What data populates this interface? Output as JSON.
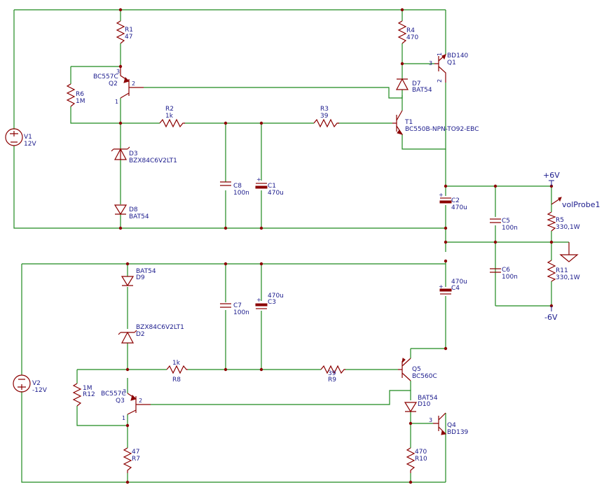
{
  "components": {
    "R1": {
      "ref": "R1",
      "value": "47"
    },
    "R2": {
      "ref": "R2",
      "value": "1k"
    },
    "R3": {
      "ref": "R3",
      "value": "39"
    },
    "R4": {
      "ref": "R4",
      "value": "470"
    },
    "R5": {
      "ref": "R5",
      "value": "330,1W"
    },
    "R6": {
      "ref": "R6",
      "value": "1M"
    },
    "R7": {
      "ref": "R7",
      "value": "47"
    },
    "R8": {
      "ref": "R8",
      "value": "1k"
    },
    "R9": {
      "ref": "R9",
      "value": "39"
    },
    "R10": {
      "ref": "R10",
      "value": "470"
    },
    "R11": {
      "ref": "R11",
      "value": "330,1W"
    },
    "R12": {
      "ref": "R12",
      "value": "1M"
    },
    "C1": {
      "ref": "C1",
      "value": "470u"
    },
    "C2": {
      "ref": "C2",
      "value": "470u"
    },
    "C3": {
      "ref": "C3",
      "value": "470u"
    },
    "C4": {
      "ref": "C4",
      "value": "470u"
    },
    "C5": {
      "ref": "C5",
      "value": "100n"
    },
    "C6": {
      "ref": "C6",
      "value": "100n"
    },
    "C7": {
      "ref": "C7",
      "value": "100n"
    },
    "C8": {
      "ref": "C8",
      "value": "100n"
    },
    "D3": {
      "ref": "D3",
      "value": "BZX84C6V2LT1"
    },
    "D2": {
      "ref": "D2",
      "value": "BZX84C6V2LT1"
    },
    "D7": {
      "ref": "D7",
      "value": "BAT54"
    },
    "D8": {
      "ref": "D8",
      "value": "BAT54"
    },
    "D9": {
      "ref": "D9",
      "value": "BAT54"
    },
    "D10": {
      "ref": "D10",
      "value": "BAT54"
    },
    "Q1": {
      "ref": "Q1",
      "value": "BD140"
    },
    "Q2": {
      "ref": "Q2",
      "value": "BC557C"
    },
    "Q3": {
      "ref": "Q3",
      "value": "BC557C"
    },
    "Q4": {
      "ref": "Q4",
      "value": "BD139"
    },
    "Q5": {
      "ref": "Q5",
      "value": "BC560C"
    },
    "T1": {
      "ref": "T1",
      "value": "BC550B-NPN-TO92-EBC"
    },
    "V1": {
      "ref": "V1",
      "value": "12V"
    },
    "V2": {
      "ref": "V2",
      "value": "-12V"
    }
  },
  "pins": {
    "p1": "1",
    "p2": "2",
    "p3": "3"
  },
  "nets": {
    "pos": "+6V",
    "neg": "-6V",
    "probe": "volProbe1"
  },
  "colors": {
    "wire": "#1f8a1f",
    "component": "#8b0000",
    "label": "#1a1a8c"
  }
}
